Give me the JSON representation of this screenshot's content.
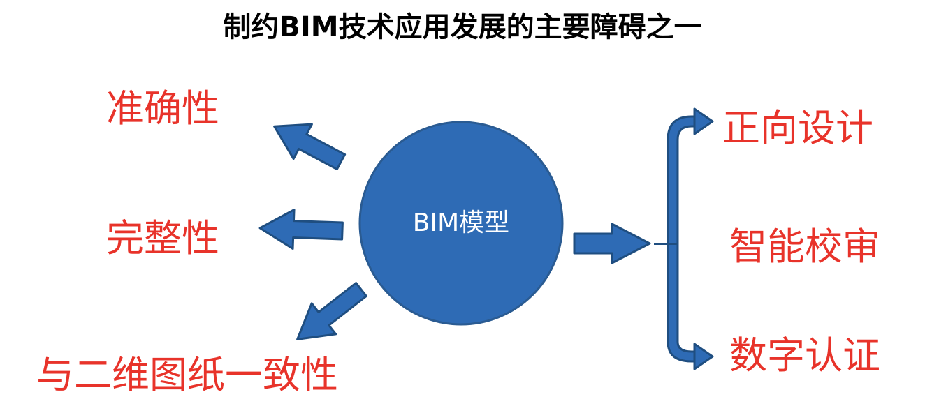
{
  "title": "制约BIM技术应用发展的主要障碍之一",
  "center": {
    "label": "BIM模型"
  },
  "left_items": [
    "准确性",
    "完整性",
    "与二维图纸一致性"
  ],
  "right_items": [
    "正向设计",
    "智能校审",
    "数字认证"
  ],
  "colors": {
    "accent_red": "#e8332a",
    "circle_fill": "#2e6bb5",
    "circle_stroke": "#2a5b92",
    "arrow_fill": "#2e6bb5",
    "arrow_stroke": "#1f4e80",
    "label_on_circle": "#ffffff"
  }
}
